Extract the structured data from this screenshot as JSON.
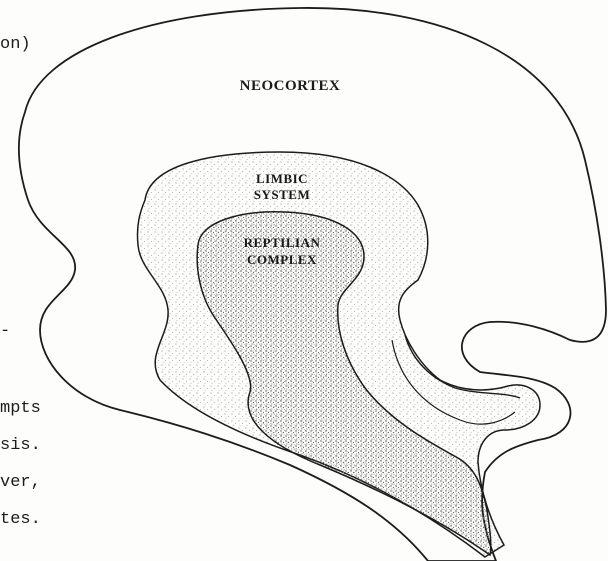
{
  "diagram": {
    "labels": {
      "neocortex": "NEOCORTEX",
      "limbic_line1": "LIMBIC",
      "limbic_line2": "SYSTEM",
      "reptilian_line1": "REPTILIAN",
      "reptilian_line2": "COMPLEX"
    }
  },
  "text_fragments": [
    "on)",
    "",
    "",
    "",
    "",
    "-",
    "",
    "mpts",
    "sis.",
    "ver,",
    "tes."
  ],
  "colors": {
    "ink": "#1c1c1c",
    "stipple": "#8a8a8a",
    "paper": "#fdfdfc"
  }
}
